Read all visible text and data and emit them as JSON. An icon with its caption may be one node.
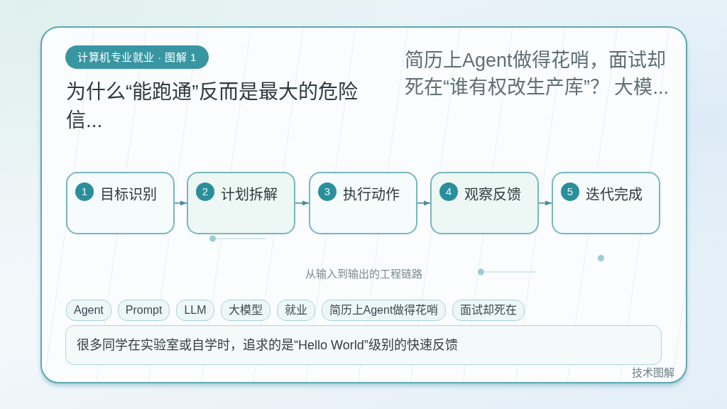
{
  "diagram": {
    "title": "为什么“能跑通”反而是最大的危险信...",
    "nodes": [
      {
        "text": [
          "计算机专业就业 · 图解 1"
        ]
      },
      {
        "text": [
          "目标识别"
        ]
      },
      {
        "text": [
          "1"
        ],
        "in": 1
      },
      {
        "text": [
          "计划拆解"
        ]
      },
      {
        "text": [
          "2"
        ],
        "in": 3
      },
      {
        "text": [
          "执行动作"
        ]
      },
      {
        "text": [
          "3"
        ],
        "in": 5
      },
      {
        "text": [
          "观察反馈"
        ]
      },
      {
        "text": [
          "4"
        ],
        "in": 7
      },
      {
        "text": [
          "迭代完成"
        ]
      },
      {
        "text": [
          "5"
        ],
        "in": 9
      },
      {
        "text": [
          "Agent"
        ]
      },
      {
        "text": [
          "Prompt"
        ]
      },
      {
        "text": [
          "LLM"
        ]
      },
      {
        "text": [
          "大模型"
        ]
      },
      {
        "text": [
          "就业"
        ]
      },
      {
        "text": [
          "简历上Agent做得花哨"
        ]
      },
      {
        "text": [
          "面试却死在"
        ]
      },
      {
        "text": [
          "很多同学在实验室或自学时，追求的是“Hello World”级别的快速反馈"
        ]
      }
    ],
    "edges": [
      {
        "from": 1,
        "to": 3,
        "arrow": "to"
      },
      {
        "from": 3,
        "to": 5,
        "arrow": "to"
      },
      {
        "from": 5,
        "to": 7,
        "arrow": "to"
      },
      {
        "from": 7,
        "to": 9,
        "arrow": "to"
      }
    ],
    "labels": [
      "简历上Agent做得花哨，面试却死在“谁有权改生产库”？ 大模...",
      "从输入到输出的工程链路",
      "技术图解"
    ]
  }
}
